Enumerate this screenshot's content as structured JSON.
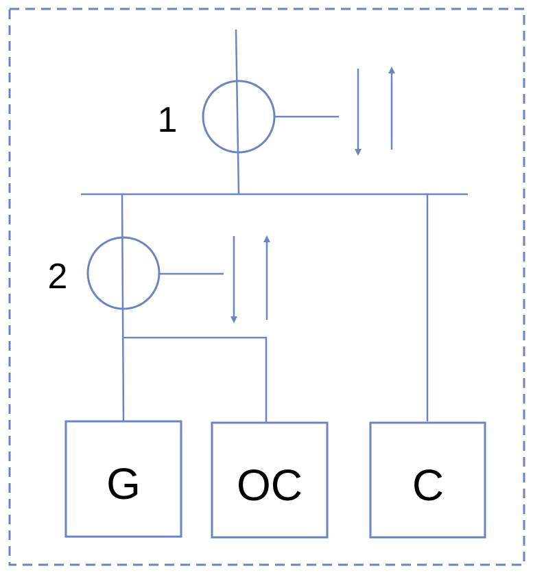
{
  "colors": {
    "line": "#6a86c1",
    "text": "#000000",
    "background": "#ffffff"
  },
  "nodes": {
    "meter_1_label": "1",
    "meter_2_label": "2"
  },
  "boxes": {
    "g": "G",
    "oc": "OC",
    "c": "C"
  }
}
